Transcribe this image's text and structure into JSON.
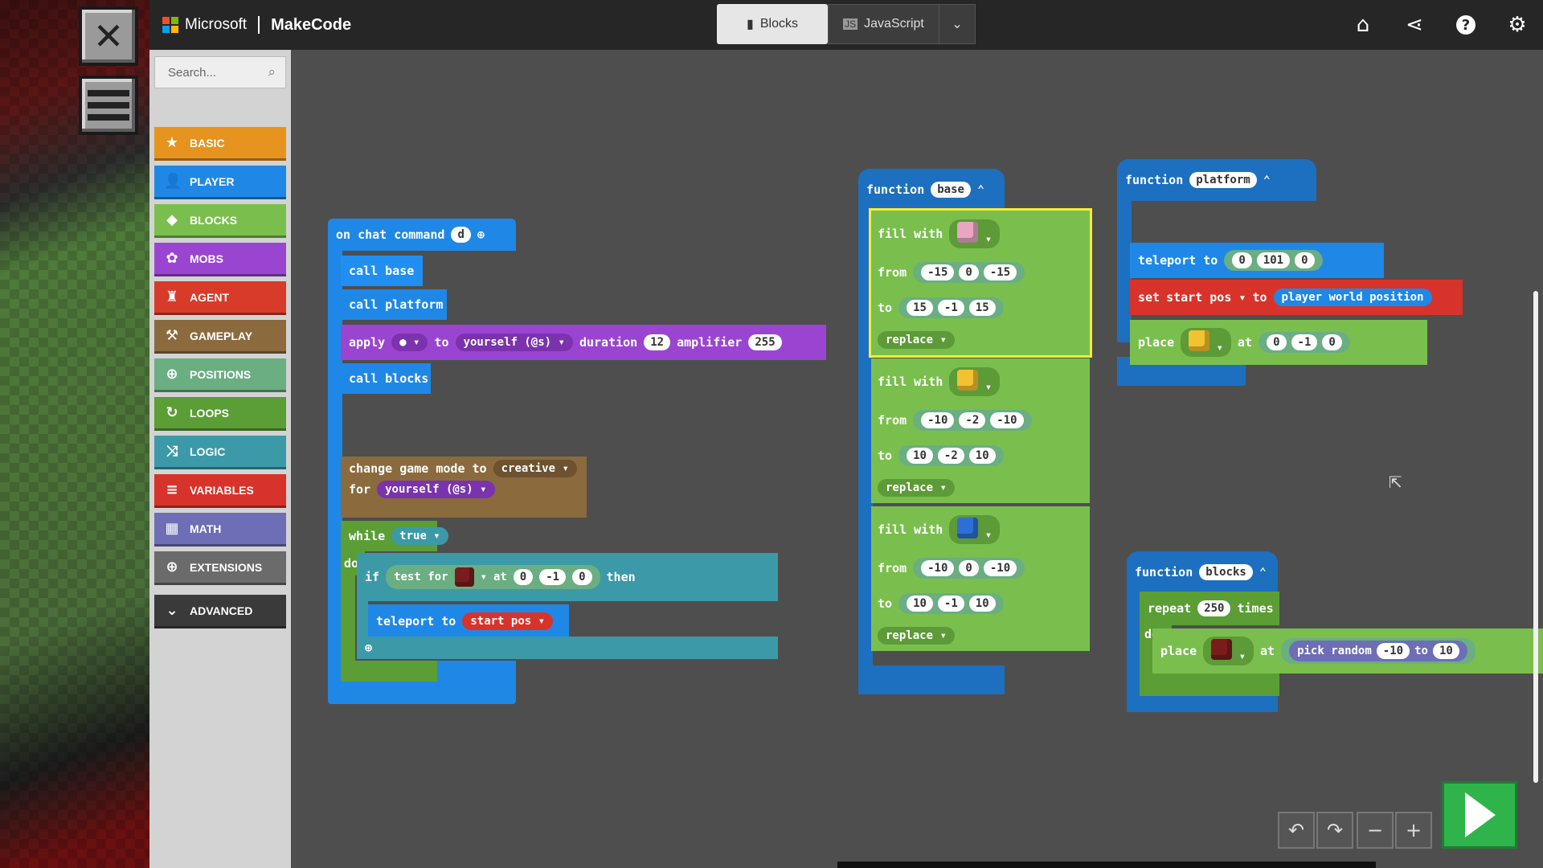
{
  "header": {
    "brand": "Microsoft",
    "product": "MakeCode",
    "tabs": {
      "blocks": "Blocks",
      "javascript": "JavaScript"
    }
  },
  "search": {
    "placeholder": "Search..."
  },
  "categories": [
    {
      "label": "BASIC",
      "color": "#e6931f",
      "icon": "star-icon"
    },
    {
      "label": "PLAYER",
      "color": "#1f88e6",
      "icon": "person-icon"
    },
    {
      "label": "BLOCKS",
      "color": "#7abf4e",
      "icon": "cube-icon"
    },
    {
      "label": "MOBS",
      "color": "#9a45d1",
      "icon": "paw-icon"
    },
    {
      "label": "AGENT",
      "color": "#d83b2a",
      "icon": "agent-icon"
    },
    {
      "label": "GAMEPLAY",
      "color": "#8b6a3e",
      "icon": "wrench-icon"
    },
    {
      "label": "POSITIONS",
      "color": "#6aae82",
      "icon": "target-icon"
    },
    {
      "label": "LOOPS",
      "color": "#5a9e35",
      "icon": "loop-icon"
    },
    {
      "label": "LOGIC",
      "color": "#3c9aa8",
      "icon": "shuffle-icon"
    },
    {
      "label": "VARIABLES",
      "color": "#d8332a",
      "icon": "list-icon"
    },
    {
      "label": "MATH",
      "color": "#6d6eb6",
      "icon": "calculator-icon"
    },
    {
      "label": "EXTENSIONS",
      "color": "#6b6b6b",
      "icon": "plus-circle-icon"
    },
    {
      "label": "ADVANCED",
      "color": "#3a3a3a",
      "icon": "chevron-down-icon"
    }
  ],
  "chat": {
    "event": "on chat command",
    "cmd": "d",
    "call1": "call base",
    "call2": "call platform",
    "apply": "apply",
    "to": "to",
    "target": "yourself (@s)",
    "duration": "duration",
    "dur": "12",
    "amplifier": "amplifier",
    "amp": "255",
    "call3": "call blocks",
    "gm": "change game mode to",
    "mode": "creative",
    "for": "for",
    "forTarget": "yourself (@s)",
    "while": "while",
    "whileVal": "true",
    "do": "do",
    "if": "if",
    "testFor": "test for",
    "at": "at",
    "t1": "0",
    "t2": "-1",
    "t3": "0",
    "then": "then",
    "teleport": "teleport to",
    "tpTarget": "start pos"
  },
  "base": {
    "fn": "function",
    "name": "base",
    "fill": "fill with",
    "from": "from",
    "to": "to",
    "replace": "replace",
    "f1": {
      "from": [
        "-15",
        "0",
        "-15"
      ],
      "to": [
        "15",
        "-1",
        "15"
      ]
    },
    "f2": {
      "from": [
        "-10",
        "-2",
        "-10"
      ],
      "to": [
        "10",
        "-2",
        "10"
      ]
    },
    "f3": {
      "from": [
        "-10",
        "0",
        "-10"
      ],
      "to": [
        "10",
        "-1",
        "10"
      ]
    }
  },
  "platform": {
    "fn": "function",
    "name": "platform",
    "tp": "teleport to",
    "tpv": [
      "0",
      "101",
      "0"
    ],
    "set": "set",
    "var": "start pos",
    "to": "to",
    "pos": "player world position",
    "place": "place",
    "at": "at",
    "pv": [
      "0",
      "-1",
      "0"
    ]
  },
  "blocksfn": {
    "fn": "function",
    "name": "blocks",
    "repeat": "repeat",
    "count": "250",
    "times": "times",
    "do": "do",
    "place": "place",
    "at": "at",
    "rand": "pick random",
    "rmin": "-10",
    "to": "to",
    "rmax": "10"
  }
}
